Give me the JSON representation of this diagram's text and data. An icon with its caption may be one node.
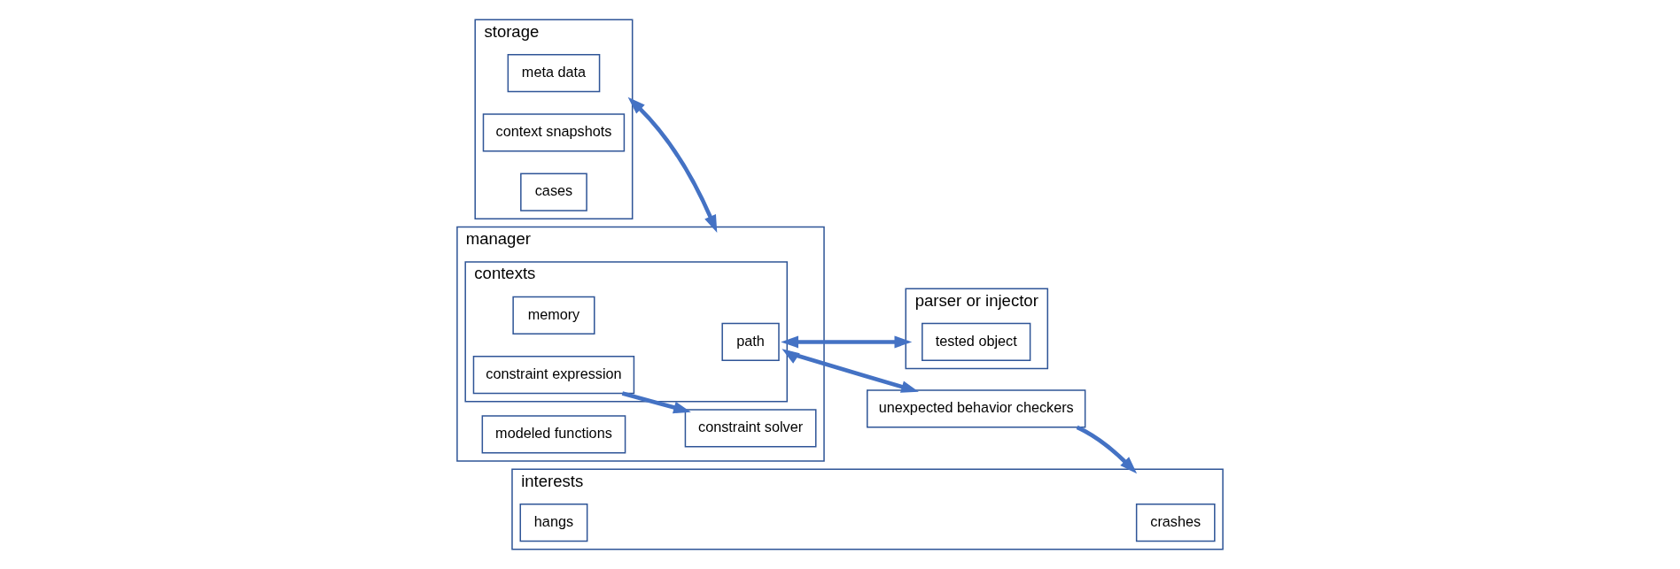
{
  "diagram": {
    "nodes": [
      {
        "text": [
          "storage"
        ]
      },
      {
        "text": [
          "meta data"
        ],
        "in": 0
      },
      {
        "text": [
          "context snapshots"
        ],
        "in": 0
      },
      {
        "text": [
          "cases"
        ],
        "in": 0
      },
      {
        "text": [
          "manager"
        ]
      },
      {
        "text": [
          "contexts"
        ],
        "in": 4
      },
      {
        "text": [
          "path"
        ],
        "in": 5
      },
      {
        "text": [
          "memory"
        ],
        "in": 5
      },
      {
        "text": [
          "constraint expression"
        ],
        "in": 5
      },
      {
        "text": [
          "constraint solver"
        ],
        "in": 4
      },
      {
        "text": [
          "modeled functions"
        ],
        "in": 4
      },
      {
        "text": [
          "parser or injector"
        ]
      },
      {
        "text": [
          "tested object"
        ],
        "in": 11
      },
      {
        "text": [
          "unexpected behavior checkers"
        ]
      },
      {
        "text": [
          "interests"
        ]
      },
      {
        "text": [
          "crashes"
        ],
        "in": 14
      },
      {
        "text": [
          "hangs"
        ],
        "in": 14
      }
    ],
    "edges": [
      {
        "from": 0,
        "to": 4,
        "arrow": "both"
      },
      {
        "from": 8,
        "to": 9,
        "arrow": "to"
      },
      {
        "from": 5,
        "to": 11,
        "arrow": "both"
      },
      {
        "from": 5,
        "to": 13,
        "arrow": "both"
      },
      {
        "from": 13,
        "to": 14,
        "arrow": "to"
      }
    ]
  }
}
